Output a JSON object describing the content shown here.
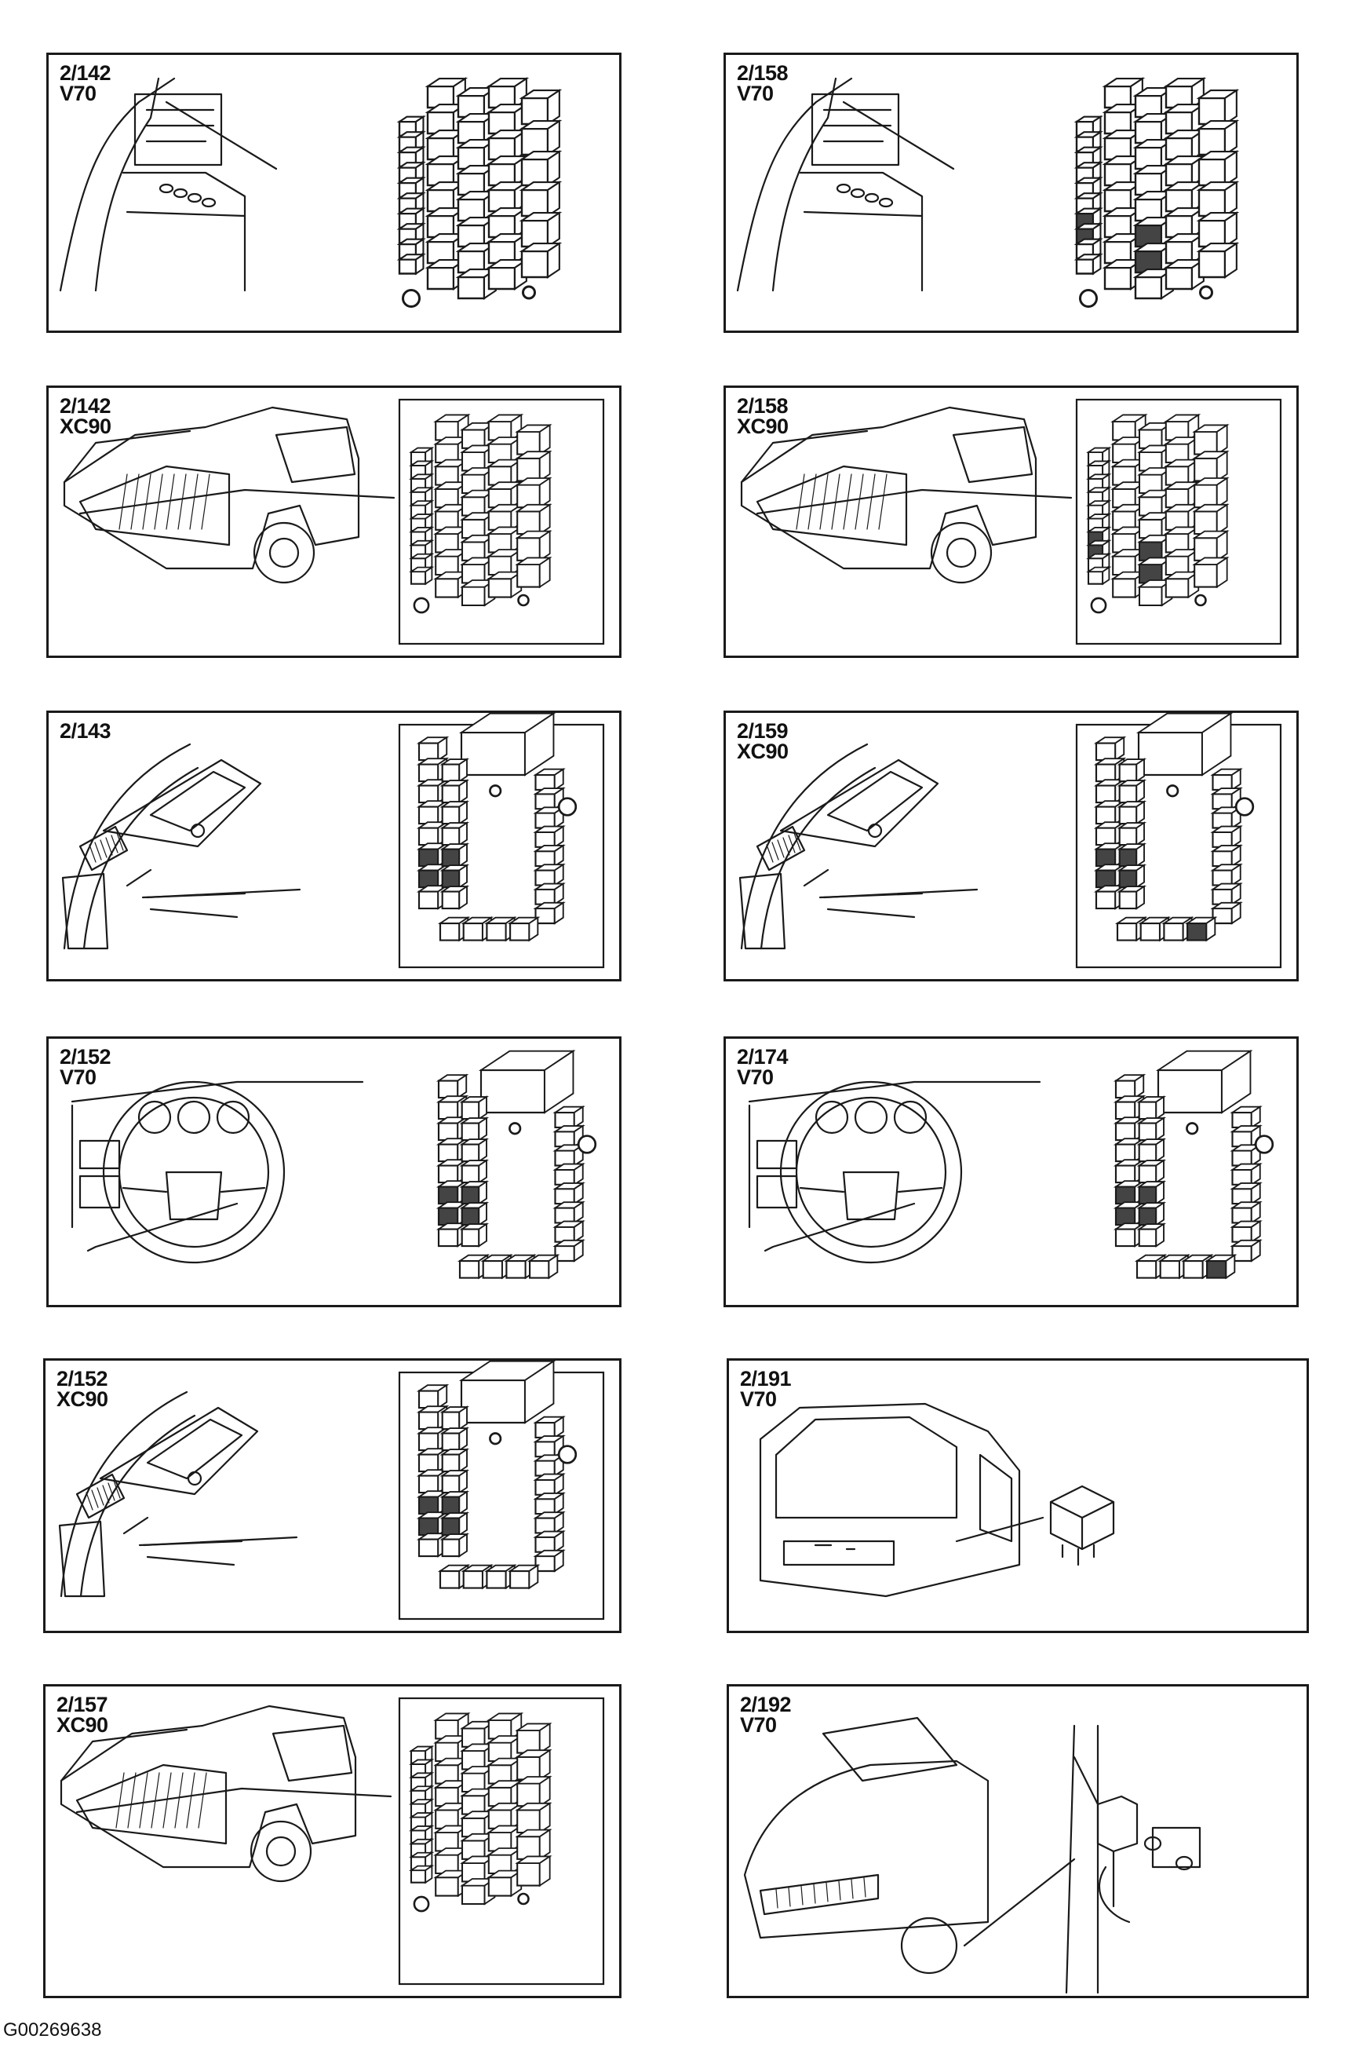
{
  "panels": [
    {
      "ref": "2/142",
      "model": "V70",
      "scene": "cargo-side",
      "module": "fuse-block"
    },
    {
      "ref": "2/158",
      "model": "V70",
      "scene": "cargo-side",
      "module": "fuse-block"
    },
    {
      "ref": "2/142",
      "model": "XC90",
      "scene": "xc90-tailgate",
      "module": "fuse-block"
    },
    {
      "ref": "2/158",
      "model": "XC90",
      "scene": "xc90-tailgate",
      "module": "fuse-block"
    },
    {
      "ref": "2/143",
      "model": "",
      "scene": "dash-left",
      "module": "relay-block"
    },
    {
      "ref": "2/159",
      "model": "XC90",
      "scene": "dash-left",
      "module": "relay-block"
    },
    {
      "ref": "2/152",
      "model": "V70",
      "scene": "steering-wheel",
      "module": "relay-block"
    },
    {
      "ref": "2/174",
      "model": "V70",
      "scene": "steering-wheel",
      "module": "relay-block"
    },
    {
      "ref": "2/152",
      "model": "XC90",
      "scene": "dash-left",
      "module": "relay-block"
    },
    {
      "ref": "2/191",
      "model": "V70",
      "scene": "v70-rear",
      "module": "single-relay"
    },
    {
      "ref": "2/157",
      "model": "XC90",
      "scene": "xc90-tailgate",
      "module": "fuse-block"
    },
    {
      "ref": "2/192",
      "model": "V70",
      "scene": "v70-front",
      "module": "engine-relay"
    }
  ],
  "figure_id": "G00269638",
  "colors": {
    "ink": "#1a1a1a",
    "paper": "#ffffff",
    "hatch": "#444444"
  }
}
